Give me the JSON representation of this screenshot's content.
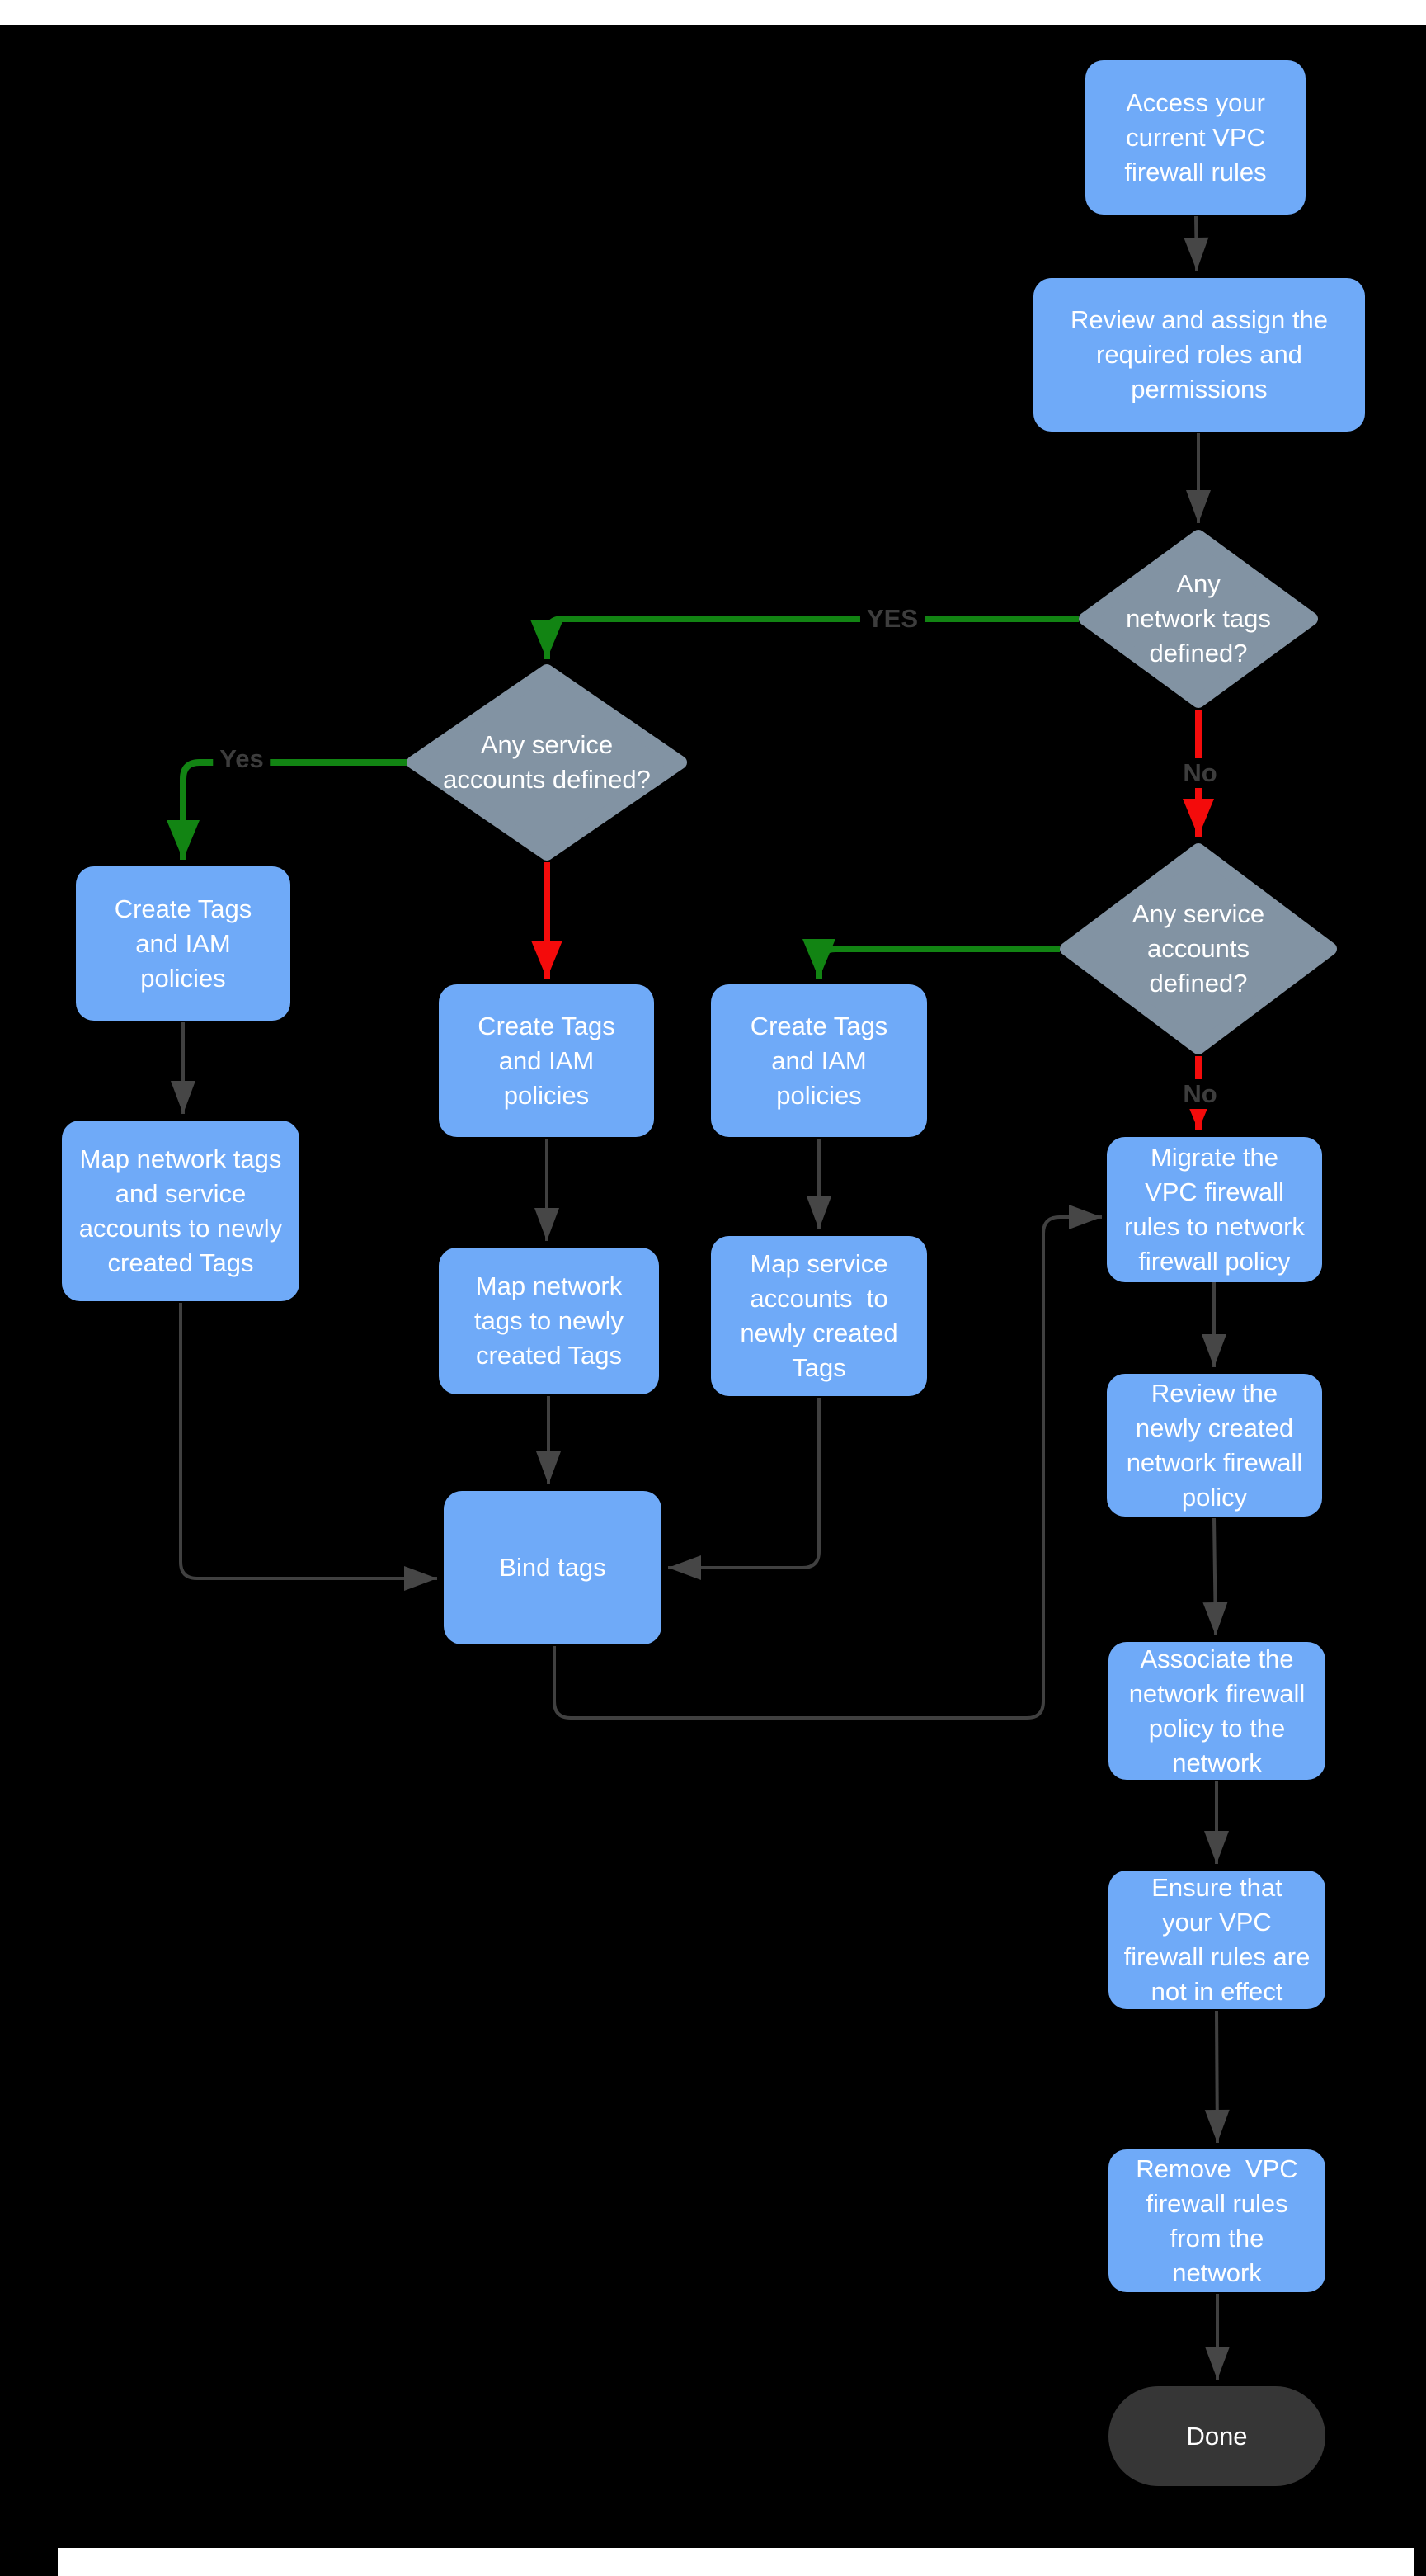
{
  "diagram": {
    "type": "flowchart",
    "background": "#000000",
    "colors": {
      "process_fill": "#6FAAF8",
      "decision_fill": "#8293A3",
      "terminator_fill": "#363636",
      "yes_edge_green": "#128413",
      "no_edge_red": "#F40B0B",
      "connector_gray": "#404040",
      "edge_label_text": "#3D3D3D",
      "node_text": "#FFFFFF",
      "page_margin": "#FFFFFF"
    }
  },
  "nodes": {
    "access": {
      "type": "process",
      "label": "Access your\ncurrent VPC\nfirewall rules"
    },
    "review_roles": {
      "type": "process",
      "label": "Review and assign the\nrequired roles and\npermissions"
    },
    "network_tags_defined": {
      "type": "decision",
      "label": "Any\nnetwork tags\ndefined?"
    },
    "service_accounts_left": {
      "type": "decision",
      "label": "Any service\naccounts defined?"
    },
    "service_accounts_right": {
      "type": "decision",
      "label": "Any service\naccounts\ndefined?"
    },
    "create_tags_left": {
      "type": "process",
      "label": "Create Tags\nand IAM\npolicies"
    },
    "map_left": {
      "type": "process",
      "label": "Map network tags\nand service\naccounts to newly\ncreated Tags"
    },
    "create_tags_mid": {
      "type": "process",
      "label": "Create Tags\nand IAM\npolicies"
    },
    "map_mid": {
      "type": "process",
      "label": "Map network\ntags to newly\ncreated Tags"
    },
    "create_tags_right": {
      "type": "process",
      "label": "Create Tags\nand IAM\npolicies"
    },
    "map_right": {
      "type": "process",
      "label": "Map service\naccounts  to\nnewly created\nTags"
    },
    "bind_tags": {
      "type": "process",
      "label": "Bind tags"
    },
    "migrate": {
      "type": "process",
      "label": "Migrate the\nVPC firewall\nrules to network\nfirewall policy"
    },
    "review_policy": {
      "type": "process",
      "label": "Review the\nnewly created\nnetwork firewall\npolicy"
    },
    "associate": {
      "type": "process",
      "label": "Associate the\nnetwork firewall\npolicy to the\nnetwork"
    },
    "ensure": {
      "type": "process",
      "label": "Ensure that\nyour VPC\nfirewall rules are\nnot in effect"
    },
    "remove": {
      "type": "process",
      "label": "Remove  VPC\nfirewall rules\nfrom the\nnetwork"
    },
    "done": {
      "type": "terminator",
      "label": "Done"
    }
  },
  "edge_labels": {
    "yes_top": "YES",
    "no_top": "No",
    "yes_left": "Yes",
    "no_right": "No"
  },
  "edges": [
    {
      "from": "access",
      "to": "review_roles",
      "color": "gray"
    },
    {
      "from": "review_roles",
      "to": "network_tags_defined",
      "color": "gray"
    },
    {
      "from": "network_tags_defined",
      "to": "service_accounts_left",
      "label": "YES",
      "color": "green"
    },
    {
      "from": "network_tags_defined",
      "to": "service_accounts_right",
      "label": "No",
      "color": "red"
    },
    {
      "from": "service_accounts_left",
      "to": "create_tags_left",
      "label": "Yes",
      "color": "green"
    },
    {
      "from": "service_accounts_left",
      "to": "create_tags_mid",
      "color": "red"
    },
    {
      "from": "service_accounts_right",
      "to": "create_tags_right",
      "color": "green"
    },
    {
      "from": "service_accounts_right",
      "to": "migrate",
      "label": "No",
      "color": "red"
    },
    {
      "from": "create_tags_left",
      "to": "map_left",
      "color": "gray"
    },
    {
      "from": "create_tags_mid",
      "to": "map_mid",
      "color": "gray"
    },
    {
      "from": "create_tags_right",
      "to": "map_right",
      "color": "gray"
    },
    {
      "from": "map_left",
      "to": "bind_tags",
      "color": "gray"
    },
    {
      "from": "map_mid",
      "to": "bind_tags",
      "color": "gray"
    },
    {
      "from": "map_right",
      "to": "bind_tags",
      "color": "gray"
    },
    {
      "from": "bind_tags",
      "to": "migrate",
      "color": "gray"
    },
    {
      "from": "migrate",
      "to": "review_policy",
      "color": "gray"
    },
    {
      "from": "review_policy",
      "to": "associate",
      "color": "gray"
    },
    {
      "from": "associate",
      "to": "ensure",
      "color": "gray"
    },
    {
      "from": "ensure",
      "to": "remove",
      "color": "gray"
    },
    {
      "from": "remove",
      "to": "done",
      "color": "gray"
    }
  ]
}
